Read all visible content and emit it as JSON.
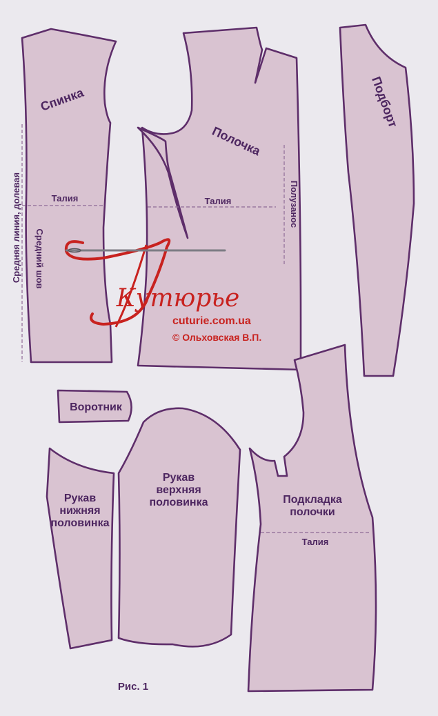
{
  "pieces": {
    "back": "Спинка",
    "front": "Полочка",
    "facing": "Подборт",
    "collar": "Воротник",
    "sleeve_under": [
      "Рукав",
      "нижняя",
      "половинка"
    ],
    "sleeve_upper": [
      "Рукав",
      "верхняя",
      "половинка"
    ],
    "lining": [
      "Подкладка",
      "полочки"
    ]
  },
  "marks": {
    "waist": "Талия",
    "center_line": "Средняя линия, долевая",
    "center_seam": "Средний шов",
    "overlap": "Полузанос"
  },
  "logo": {
    "name": "Кутюрье",
    "site": "cuturie.com.ua",
    "copyright": "© Ольховская В.П."
  },
  "caption": "Рис. 1",
  "colors": {
    "background": "#ebe9ee",
    "piece_fill": "#d9c3d1",
    "outline": "#5e2e6a",
    "logo": "#c8221f"
  }
}
